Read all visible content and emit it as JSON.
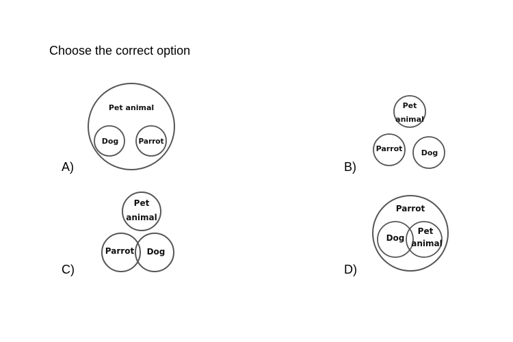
{
  "question": "Choose the correct option",
  "options": {
    "a": {
      "letter": "A)",
      "outer": "Pet animal",
      "left": "Dog",
      "right": "Parrot"
    },
    "b": {
      "letter": "B)",
      "top_line1": "Pet",
      "top_line2": "animal",
      "left": "Parrot",
      "right": "Dog"
    },
    "c": {
      "letter": "C)",
      "top_line1": "Pet",
      "top_line2": "animal",
      "left": "Parrot",
      "right": "Dog"
    },
    "d": {
      "letter": "D)",
      "outer": "Parrot",
      "left": "Dog",
      "right_line1": "Pet",
      "right_line2": "animal"
    }
  }
}
